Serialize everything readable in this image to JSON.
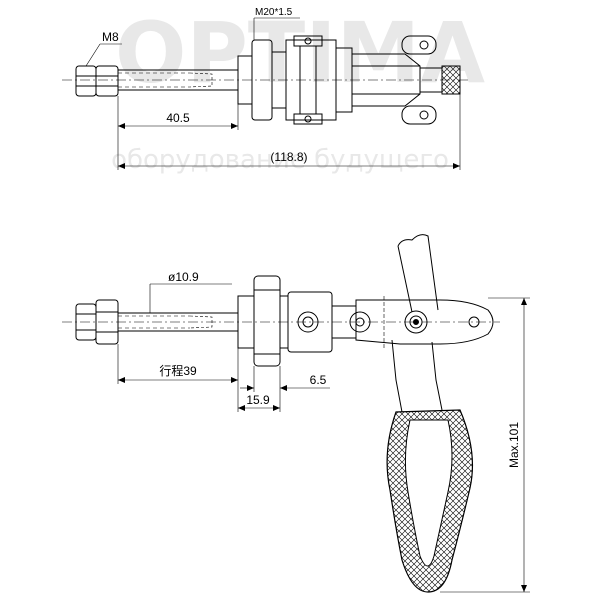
{
  "watermark": {
    "brand": "OPTIMA",
    "slogan": "оборудование будущего"
  },
  "top_view": {
    "thread_label": "M8",
    "bolt_label": "M20*1.5",
    "dim_stroke_offset": "40.5",
    "dim_overall": "(118.8)"
  },
  "side_view": {
    "diameter_label": "ø10.9",
    "stroke_label": "行程39",
    "dim_nut_gap": "6.5",
    "dim_nut_len": "15.9",
    "dim_height": "Max.101"
  }
}
